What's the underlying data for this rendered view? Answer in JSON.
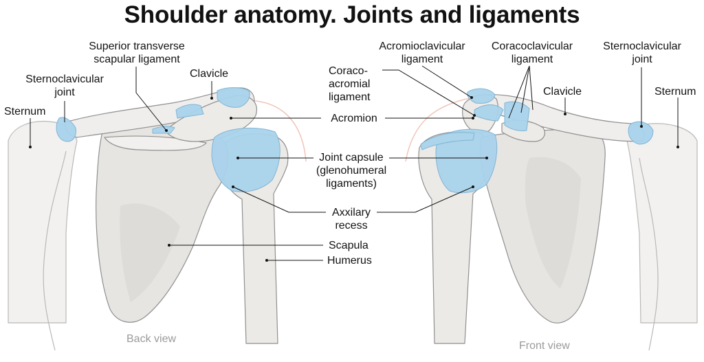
{
  "title": "Shoulder anatomy. Joints and ligaments",
  "views": {
    "back": "Back view",
    "front": "Front view"
  },
  "colors": {
    "bone": "#ebe9e6",
    "bone_outline": "#8f8f8f",
    "ligament": "#a9d3ec",
    "skin": "#efc4b8",
    "leader": "#111111"
  },
  "labels": {
    "back": {
      "sternum": [
        "Sternum"
      ],
      "sternoclavicular_joint": [
        "Sternoclavicular",
        "joint"
      ],
      "superior_transverse_scapular_ligament": [
        "Superior transverse",
        "scapular ligament"
      ],
      "clavicle": [
        "Clavicle"
      ]
    },
    "center": {
      "coracoacromial_ligament": [
        "Coraco-",
        "acromial",
        "ligament"
      ],
      "acromion": [
        "Acromion"
      ],
      "joint_capsule": [
        "Joint capsule",
        "(glenohumeral",
        "ligaments)"
      ],
      "axillary_recess": [
        "Axxilary",
        "recess"
      ],
      "scapula": [
        "Scapula"
      ],
      "humerus": [
        "Humerus"
      ]
    },
    "front": {
      "acromioclavicular_ligament": [
        "Acromioclavicular",
        "ligament"
      ],
      "coracoclavicular_ligament": [
        "Coracoclavicular",
        "ligament"
      ],
      "sternoclavicular_joint": [
        "Sternoclavicular",
        "joint"
      ],
      "clavicle": [
        "Clavicle"
      ],
      "sternum": [
        "Sternum"
      ]
    }
  }
}
